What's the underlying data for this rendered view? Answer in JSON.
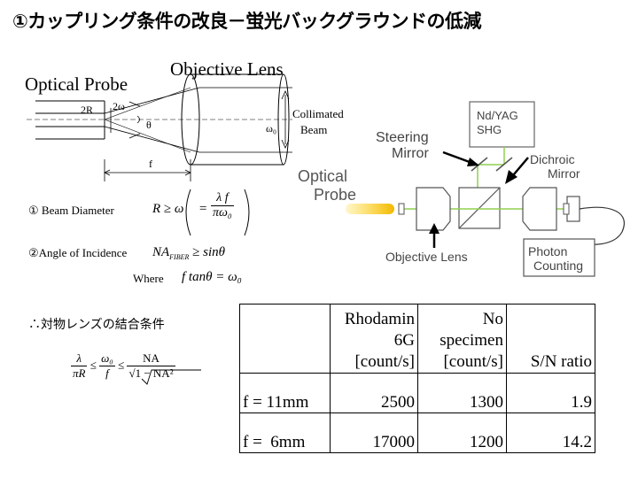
{
  "title": "①カップリング条件の改良－蛍光バックグラウンドの低減",
  "diagram_left": {
    "optical_probe": "Optical Probe",
    "objective_lens": "Objective Lens",
    "label_2R": "2R",
    "label_2omega": "2ω",
    "label_theta": "θ",
    "label_f": "f",
    "label_omega0": "ω₀",
    "collimated": "Collimated",
    "beam": "Beam"
  },
  "equations": {
    "beam_diameter_label": "① Beam Diameter",
    "beam_diameter_eq_lhs": "R ≥ ω",
    "beam_diameter_eq_eq": "=",
    "beam_diameter_num": "λ f",
    "beam_diameter_den": "πω₀",
    "angle_label": "②Angle of Incidence",
    "angle_eq": "NA_FIBER ≥ sin θ",
    "angle_eq_main": "NA",
    "angle_eq_sub": "FIBER",
    "angle_eq_rest": "≥ sinθ",
    "where": "Where",
    "where_eq": "f tanθ = ω₀",
    "coupling_condition": "∴対物レンズの結合条件",
    "cond_num1": "λ",
    "cond_den1": "πR",
    "cond_num2": "ω₀",
    "cond_den2": "f",
    "cond_num3": "NA",
    "cond_den3": "√1 − NA²",
    "leq": "≤"
  },
  "diagram_right": {
    "laser": "Nd/YAG\nSHG",
    "laser_line1": "Nd/YAG",
    "laser_line2": "SHG",
    "steering_mirror_1": "Steering",
    "steering_mirror_2": "Mirror",
    "dichroic_1": "Dichroic",
    "dichroic_2": "Mirror",
    "optical_probe_1": "Optical",
    "optical_probe_2": "Probe",
    "objective_lens": "Objective Lens",
    "photon_1": "Photon",
    "photon_2": "Counting"
  },
  "table": {
    "header": [
      "",
      "Rhodamin\n6G\n[count/s]",
      "No\nspecimen\n[count/s]",
      "S/N ratio"
    ],
    "header_lines": [
      [],
      [
        "Rhodamin",
        "6G",
        "[count/s]"
      ],
      [
        "No",
        "specimen",
        "[count/s]"
      ],
      [
        "S/N ratio"
      ]
    ],
    "rows": [
      [
        "f = 11mm",
        "2500",
        "1300",
        "1.9"
      ],
      [
        "f =  6mm",
        "17000",
        "1200",
        "14.2"
      ]
    ]
  }
}
